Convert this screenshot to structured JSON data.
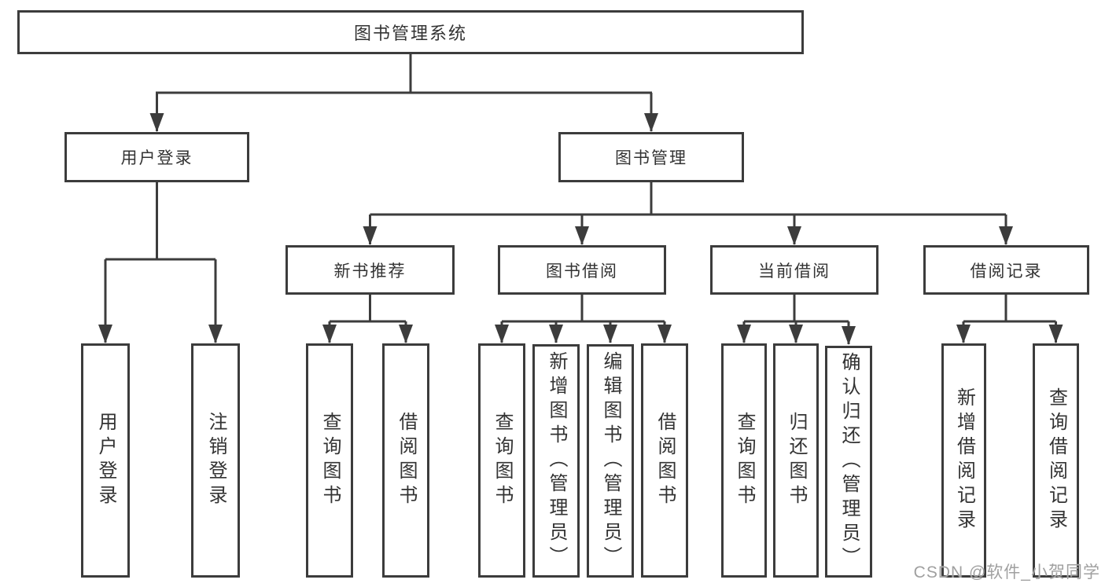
{
  "tree": {
    "label": "图书管理系统",
    "children": [
      {
        "label": "用户登录",
        "children": [
          {
            "label": "用户登录"
          },
          {
            "label": "注销登录"
          }
        ]
      },
      {
        "label": "图书管理",
        "children": [
          {
            "label": "新书推荐",
            "children": [
              {
                "label": "查询图书"
              },
              {
                "label": "借阅图书"
              }
            ]
          },
          {
            "label": "图书借阅",
            "children": [
              {
                "label": "查询图书"
              },
              {
                "label": "新增图书（管理员）"
              },
              {
                "label": "编辑图书（管理员）"
              },
              {
                "label": "借阅图书"
              }
            ]
          },
          {
            "label": "当前借阅",
            "children": [
              {
                "label": "查询图书"
              },
              {
                "label": "归还图书"
              },
              {
                "label": "确认归还（管理员）"
              }
            ]
          },
          {
            "label": "借阅记录",
            "children": [
              {
                "label": "新增借阅记录"
              },
              {
                "label": "查询借阅记录"
              }
            ]
          }
        ]
      }
    ]
  },
  "watermark": {
    "text": "CSDN @软件_小贺同学"
  },
  "colors": {
    "line": "#3c3c3c",
    "text": "#333333",
    "watermark": "#a0a0a0",
    "background": "#ffffff"
  }
}
